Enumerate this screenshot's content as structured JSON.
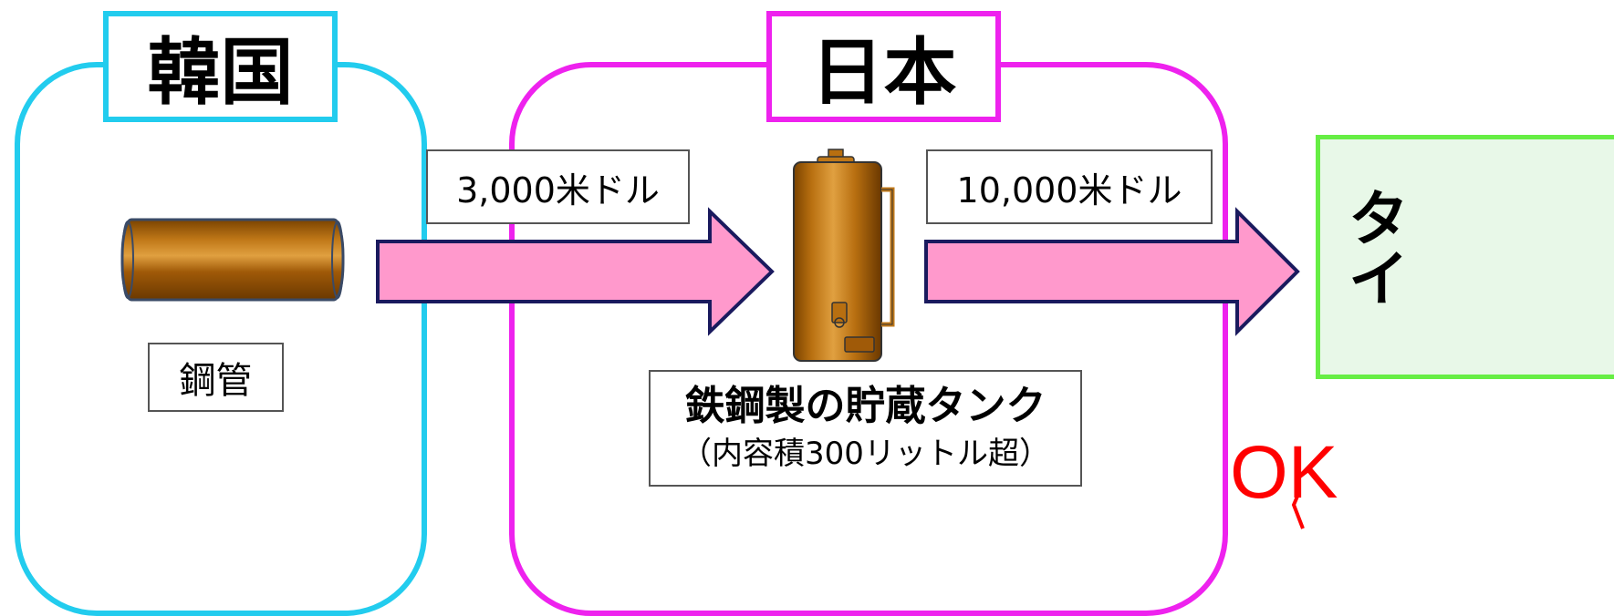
{
  "regions": {
    "korea": {
      "title": "韓国",
      "border_color": "#22ccee"
    },
    "japan": {
      "title": "日本",
      "border_color": "#ee22ee"
    },
    "thailand": {
      "title_chars": [
        "タ",
        "イ"
      ],
      "border_color": "#66ee44",
      "fill_color": "#e8f8e8"
    }
  },
  "items": {
    "steel_pipe": {
      "label": "鋼管",
      "icon": "steel-pipe-icon"
    },
    "storage_tank": {
      "label_main": "鉄鋼製の貯蔵タンク",
      "label_sub": "（内容積300リットル超）",
      "icon": "storage-tank-icon"
    }
  },
  "flows": {
    "korea_to_japan": {
      "value_label": "3,000米ドル"
    },
    "japan_to_thailand": {
      "value_label": "10,000米ドル"
    }
  },
  "verdict": {
    "text": "OK",
    "color": "#ff0000"
  },
  "colors": {
    "arrow_fill": "#ff99cc",
    "arrow_stroke": "#1a1a5e",
    "copper_dark": "#7a4300",
    "copper_mid": "#b86f10",
    "copper_light": "#e0a040"
  }
}
